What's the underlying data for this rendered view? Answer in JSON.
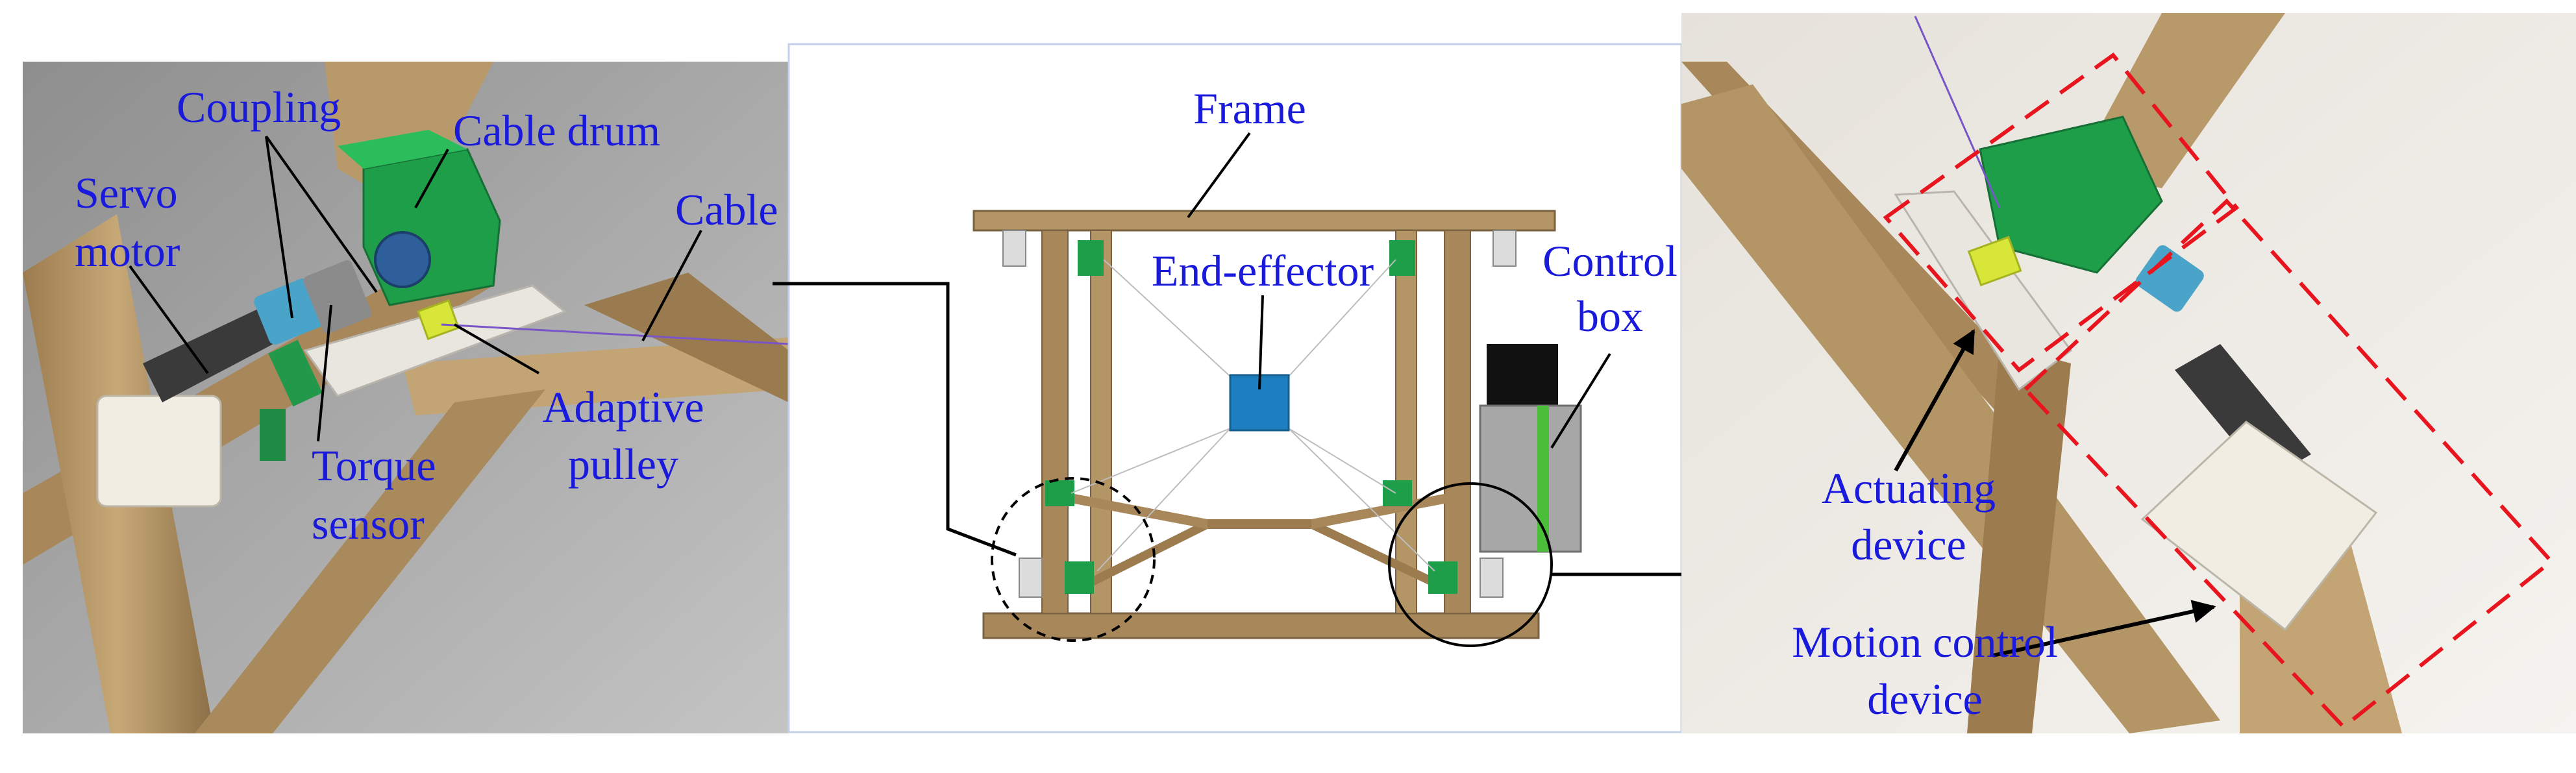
{
  "left_panel": {
    "labels": {
      "coupling": "Coupling",
      "cable_drum": "Cable drum",
      "servo_motor_l1": "Servo",
      "servo_motor_l2": "motor",
      "cable": "Cable",
      "adaptive_pulley_l1": "Adaptive",
      "adaptive_pulley_l2": "pulley",
      "torque_sensor_l1": "Torque",
      "torque_sensor_l2": "sensor"
    }
  },
  "middle_panel": {
    "labels": {
      "frame": "Frame",
      "end_effector": "End-effector",
      "control_box_l1": "Control",
      "control_box_l2": "box"
    }
  },
  "right_panel": {
    "labels": {
      "actuating_device_l1": "Actuating",
      "actuating_device_l2": "device",
      "motion_control_device_l1": "Motion control",
      "motion_control_device_l2": "device"
    }
  },
  "colors": {
    "label_text": "#1a1adc",
    "leader_line": "#000000",
    "highlight_dash": "#e8141e",
    "wood": "#b39566",
    "wood_dark": "#7a6240",
    "green_part": "#1f9e4a",
    "blue_cube": "#1e7fc0",
    "grey_background": "#9c9c9c"
  }
}
